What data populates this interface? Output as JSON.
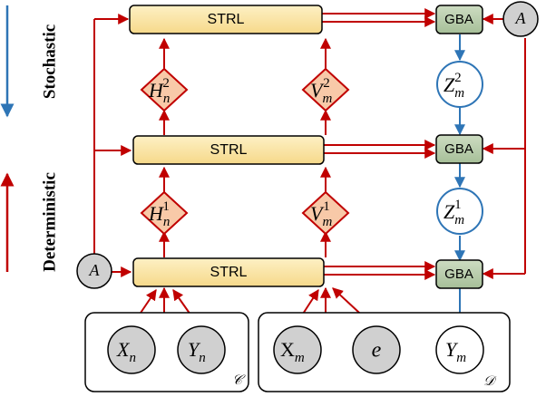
{
  "labels": {
    "stochastic": "Stochastic",
    "deterministic": "Deterministic"
  },
  "strl_blocks": [
    {
      "id": "top",
      "label": "STRL"
    },
    {
      "id": "mid",
      "label": "STRL"
    },
    {
      "id": "bot",
      "label": "STRL"
    }
  ],
  "gba_blocks": [
    {
      "id": "top",
      "label": "GBA"
    },
    {
      "id": "mid",
      "label": "GBA"
    },
    {
      "id": "bot",
      "label": "GBA"
    }
  ],
  "diamonds": {
    "h2": {
      "base": "H",
      "sub": "n",
      "sup": "2"
    },
    "v2": {
      "base": "V",
      "sub": "m",
      "sup": "2"
    },
    "h1": {
      "base": "H",
      "sub": "n",
      "sup": "1"
    },
    "v1": {
      "base": "V",
      "sub": "m",
      "sup": "1"
    }
  },
  "latents": {
    "z2": {
      "base": "Z",
      "sub": "m",
      "sup": "2"
    },
    "z1": {
      "base": "Z",
      "sub": "m",
      "sup": "1"
    }
  },
  "adjacency": {
    "top_right": "A",
    "bottom_left": "A"
  },
  "context_set": {
    "label": "𝒞",
    "nodes": [
      {
        "base": "X",
        "sub": "n"
      },
      {
        "base": "Y",
        "sub": "n"
      }
    ]
  },
  "target_set": {
    "label": "𝒟",
    "nodes": [
      {
        "base": "X",
        "sub": "m"
      },
      {
        "base": "e",
        "sub": ""
      },
      {
        "base": "Y",
        "sub": "m"
      }
    ]
  },
  "colors": {
    "deterministic": "#c00000",
    "stochastic": "#2e75b6",
    "strl_fill": "#fbe5a0",
    "gba_fill": "#b7ccab",
    "diamond_fill": "#f8c9a8",
    "node_fill": "#d0d0d0"
  }
}
